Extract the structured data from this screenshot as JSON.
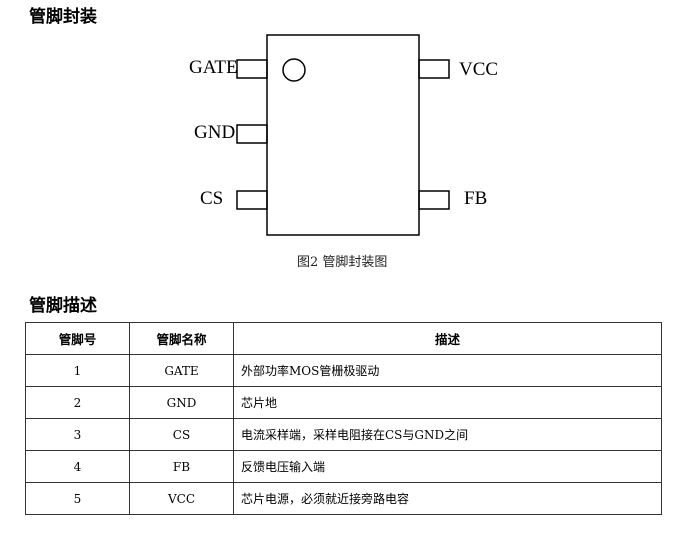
{
  "sections": {
    "package_title": "管脚封装",
    "description_title": "管脚描述"
  },
  "package": {
    "left_pins": [
      "GATE",
      "GND",
      "CS"
    ],
    "right_pins": [
      "VCC",
      "FB"
    ],
    "caption": "图2 管脚封装图"
  },
  "table": {
    "headers": [
      "管脚号",
      "管脚名称",
      "描述"
    ],
    "rows": [
      {
        "num": "1",
        "name": "GATE",
        "desc": "外部功率MOS管栅极驱动"
      },
      {
        "num": "2",
        "name": "GND",
        "desc": "芯片地"
      },
      {
        "num": "3",
        "name": "CS",
        "desc": "电流采样端，采样电阻接在CS与GND之间"
      },
      {
        "num": "4",
        "name": "FB",
        "desc": "反馈电压输入端"
      },
      {
        "num": "5",
        "name": "VCC",
        "desc": "芯片电源，必须就近接旁路电容"
      }
    ]
  }
}
